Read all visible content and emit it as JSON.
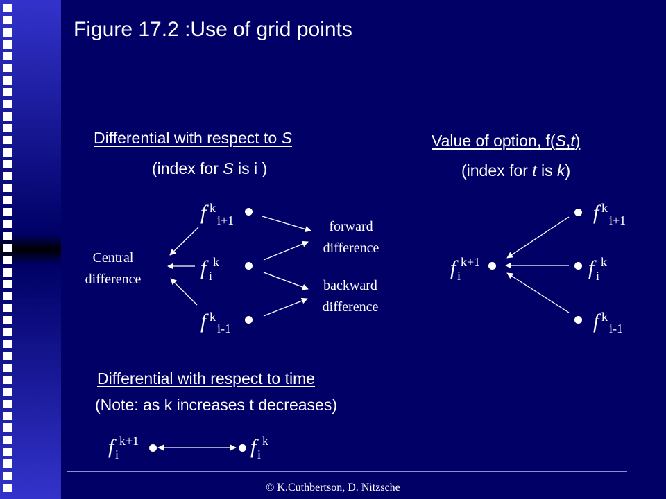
{
  "slide": {
    "title": "Figure 17.2 :Use of grid points",
    "footer": "© K.Cuthbertson, D. Nitzsche"
  },
  "section_s": {
    "heading_prefix": "Differential with respect to ",
    "heading_var": "S",
    "sub_prefix": "(index for ",
    "sub_var": "S",
    "sub_suffix": " is i )",
    "central_1": "Central",
    "central_2": "difference",
    "forward_1": "forward",
    "forward_2": "difference",
    "backward_1": "backward",
    "backward_2": "difference"
  },
  "section_v": {
    "heading_prefix": "Value of option, f(",
    "heading_var1": "S",
    "heading_mid": ",",
    "heading_var2": "t",
    "heading_suffix": ")",
    "sub_prefix": "(index for ",
    "sub_var1": "t",
    "sub_mid": " is ",
    "sub_var2": "k",
    "sub_suffix": ")"
  },
  "section_t": {
    "heading": "Differential with respect to time ",
    "note": "(Note: as k increases t decreases)"
  },
  "symbols": {
    "f": "f",
    "k": "k",
    "k_plus_1": "k+1",
    "i": "i",
    "i_plus_1": "i+1",
    "i_minus_1": "i-1"
  },
  "colors": {
    "background": "#000066",
    "text": "#ffffff",
    "rule": "#8e8ec8"
  }
}
